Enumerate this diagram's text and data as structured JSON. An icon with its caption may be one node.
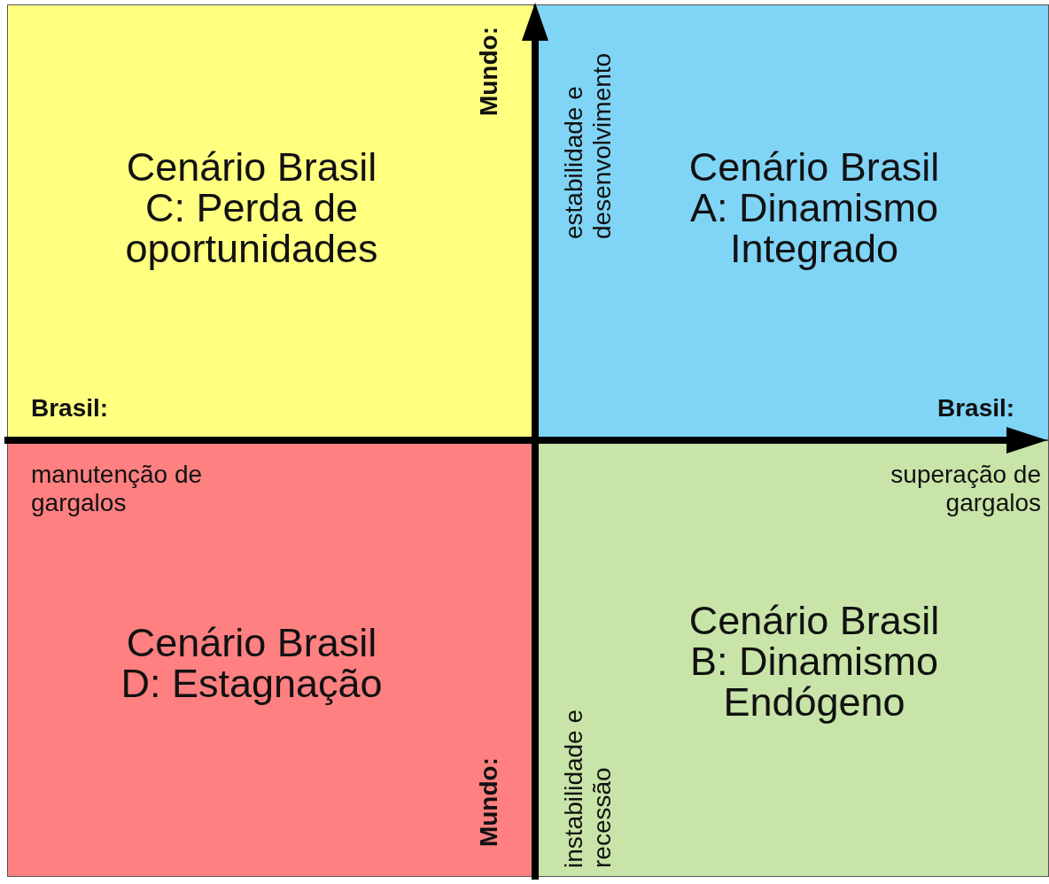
{
  "diagram": {
    "nodes": [
      {
        "text": [
          "Cenário Brasil C: Perda de oportunidades"
        ]
      },
      {
        "text": [
          "Cenário Brasil A: Dinamismo Integrado"
        ]
      },
      {
        "text": [
          "Cenário Brasil D: Estagnação"
        ]
      },
      {
        "text": [
          "Cenário Brasil B: Dinamismo Endógeno"
        ]
      }
    ],
    "labels": [
      "Mundo:",
      "estabilidade e desenvolvimento",
      "Brasil:",
      "Brasil:",
      "manutenção de gargalos",
      "superação de gargalos",
      "Mundo:",
      "instabilidade e recessão"
    ]
  }
}
